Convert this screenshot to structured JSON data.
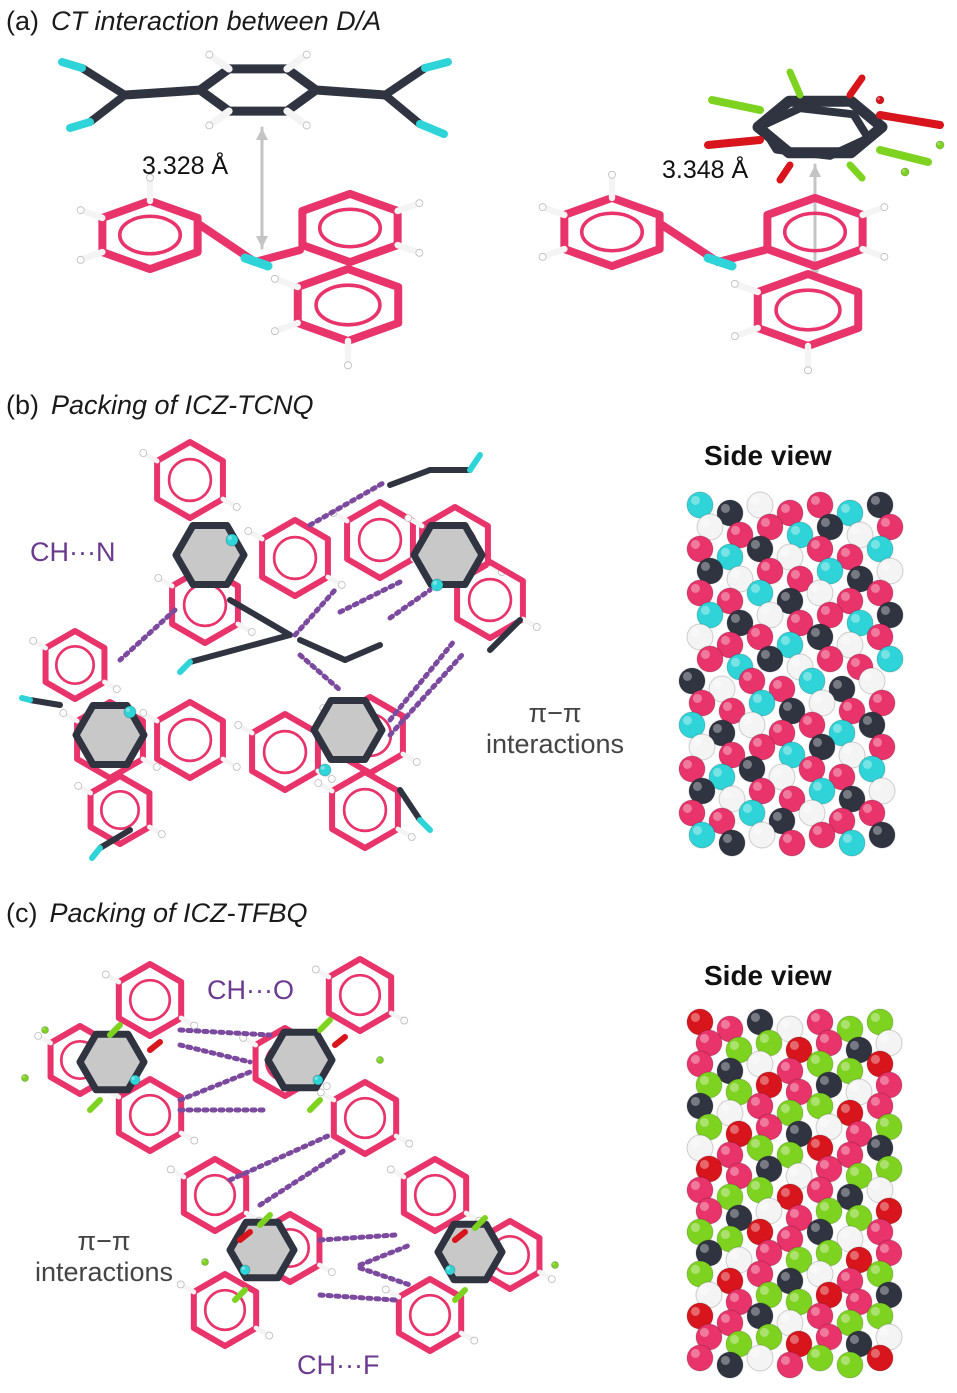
{
  "colors": {
    "carbon_donor": "#e8336b",
    "carbon_acceptor": "#2f3440",
    "nitrogen": "#2fd4d8",
    "hydrogen": "#f4f4f4",
    "oxygen": "#d8141c",
    "fluorine": "#7ed321",
    "interaction_line": "#7b4a9e",
    "arrow": "#c4c4c4",
    "highlight_fill": "#c8c8c8"
  },
  "panel_a": {
    "label": "(a)",
    "title": "CT interaction between D/A",
    "distance_left": "3.328 Å",
    "distance_right": "3.348 Å"
  },
  "panel_b": {
    "label": "(b)",
    "title": "Packing of ICZ-TCNQ",
    "ch_n": "CH···N",
    "pi_symbol": "π−π",
    "pi_text": "interactions",
    "side_view": "Side view"
  },
  "panel_c": {
    "label": "(c)",
    "title": "Packing of ICZ-TFBQ",
    "ch_o": "CH···O",
    "ch_f": "CH···F",
    "pi_symbol": "π−π",
    "pi_text": "interactions",
    "side_view": "Side view"
  }
}
